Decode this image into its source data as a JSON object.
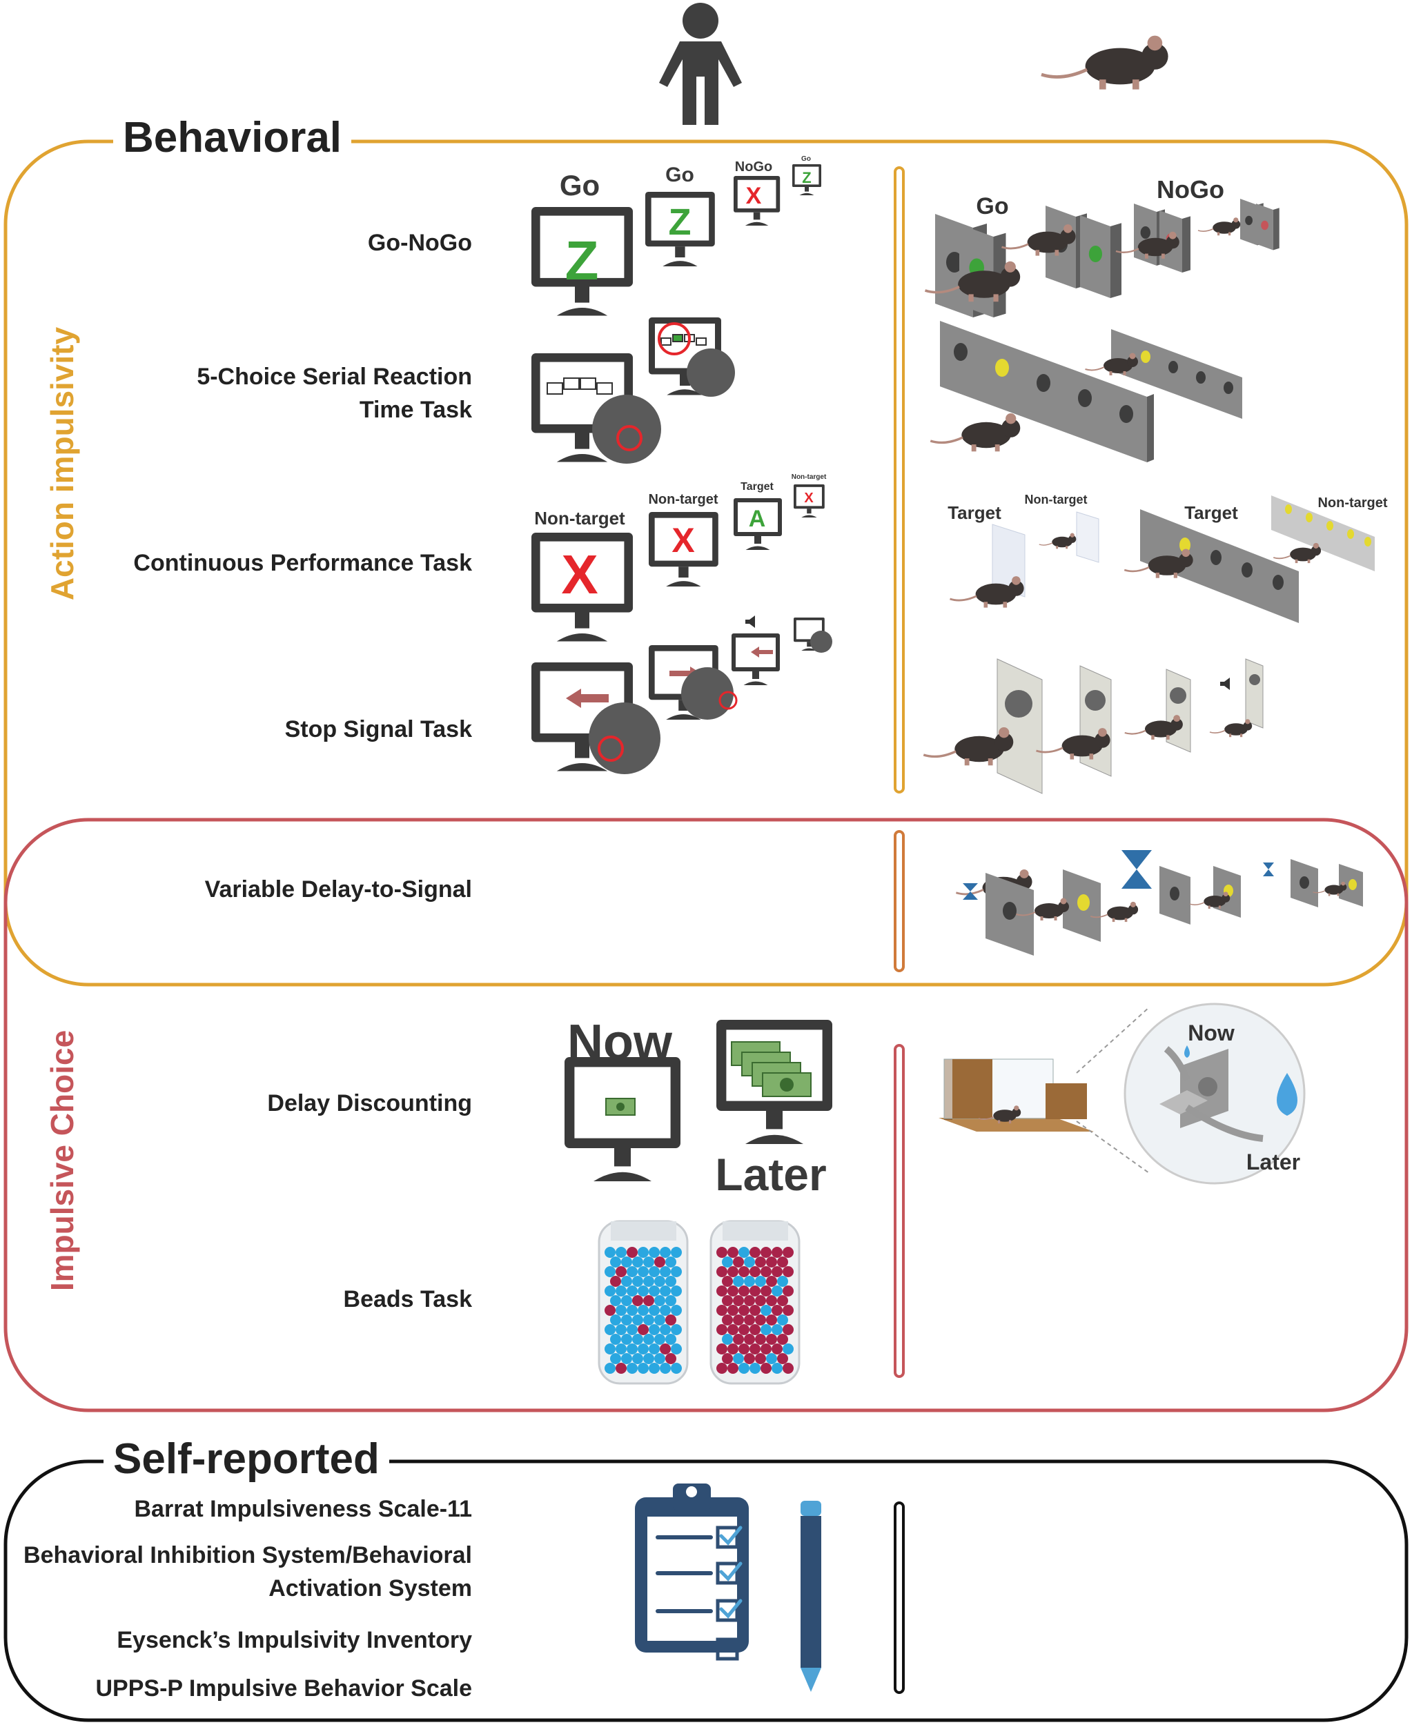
{
  "sections": {
    "behavioral": "Behavioral",
    "self_reported": "Self-reported"
  },
  "categories": {
    "action": "Action impulsivity",
    "choice": "Impulsive Choice"
  },
  "tasks": {
    "go_nogo": "Go-NoGo",
    "five_choice_l1": "5-Choice Serial Reaction",
    "five_choice_l2": "Time Task",
    "cpt": "Continuous Performance Task",
    "stop_signal": "Stop Signal Task",
    "vds": "Variable Delay-to-Signal",
    "delay_discounting": "Delay Discounting",
    "beads": "Beads Task"
  },
  "self_report_scales": {
    "bis11": "Barrat Impulsiveness Scale-11",
    "bisbas_l1": "Behavioral Inhibition System/Behavioral",
    "bisbas_l2": "Activation System",
    "eysenck": "Eysenck’s Impulsivity Inventory",
    "upps": "UPPS-P Impulsive Behavior Scale"
  },
  "icon_text": {
    "go": "Go",
    "nogo": "NoGo",
    "z": "Z",
    "x": "X",
    "a": "A",
    "non_target": "Non-target",
    "target": "Target",
    "now": "Now",
    "later": "Later"
  },
  "colors": {
    "action": "#E0A331",
    "choice": "#C5555A",
    "self": "#111111",
    "go_green": "#3DA33A",
    "nogo_red": "#E5262B"
  }
}
